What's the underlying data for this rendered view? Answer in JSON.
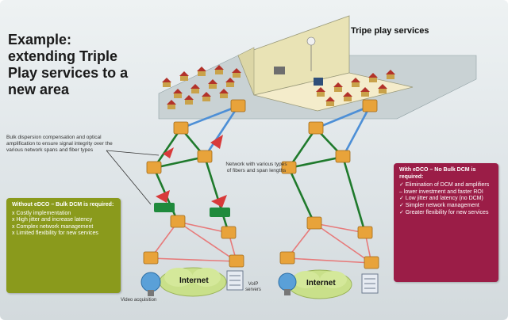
{
  "title": {
    "line1": "Example:",
    "line2": "extending Triple",
    "line3": "Play services to a",
    "line4": "new area"
  },
  "triple_play_label": "Tripe play services",
  "notes": {
    "bulk_dispersion": "Bulk dispersion compensation and optical amplification to ensure signal integrity over the various network spans and fiber types",
    "network": "Network with various types of fibers and span lengths"
  },
  "left_box": {
    "heading": "Without eDCO – Bulk DCM is required:",
    "items": [
      "x Costly implementation",
      "x High jitter and increase latency",
      "x Complex network management",
      "x Limited flexibility for new services"
    ]
  },
  "right_box": {
    "heading": "With eDCO – No Bulk DCM is required:",
    "items": [
      "✓ Elimination of DCM and amplifiers – lower investment and faster ROI",
      "✓ Low jitter and latency (no DCM)",
      "✓ Simpler network management",
      "✓ Greater flexibility for new services"
    ]
  },
  "clouds": {
    "left": "Internet",
    "right": "Internet"
  },
  "labels": {
    "video_acquisition": "Video acquisition",
    "voip_servers": "VoIP servers"
  },
  "colors": {
    "green_box": "#8a9a1c",
    "red_box": "#9b1d47",
    "node": "#e8a33a",
    "link_blue": "#4d8fd6",
    "link_green": "#1f7a2c",
    "link_red": "#e77a7a",
    "amplifier": "#d83a3a",
    "dcm": "#1f8a3c",
    "cloud": "#c9e08a"
  }
}
